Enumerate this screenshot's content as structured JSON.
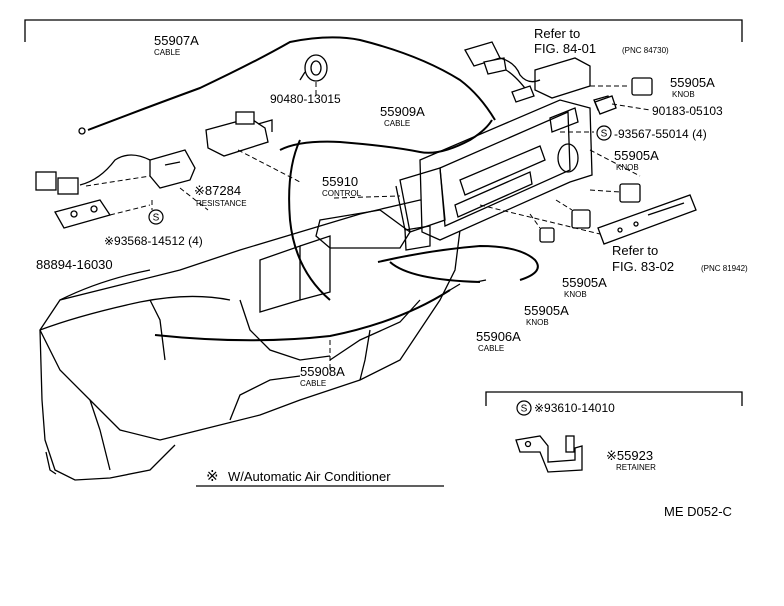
{
  "diagram_code": "ME D052-C",
  "footnote": {
    "symbol": "※",
    "text": "W/Automatic Air Conditioner"
  },
  "refs": [
    {
      "line1": "Refer to",
      "line2": "FIG. 84-01",
      "pnc": "(PNC 84730)"
    },
    {
      "line1": "Refer to",
      "line2": "FIG. 83-02",
      "pnc": "(PNC 81942)"
    }
  ],
  "parts": {
    "p55907A": {
      "number": "55907A",
      "name": "CABLE"
    },
    "p90480": {
      "number": "90480-13015"
    },
    "p55909A": {
      "number": "55909A",
      "name": "CABLE"
    },
    "p87284": {
      "number": "※87284",
      "name": "RESISTANCE"
    },
    "p55910": {
      "number": "55910",
      "name": "CONTROL"
    },
    "p93568": {
      "number": "※93568-14512 (4)"
    },
    "p88894": {
      "number": "88894-16030"
    },
    "p55905A_1": {
      "number": "55905A",
      "name": "KNOB"
    },
    "p90183": {
      "number": "90183-05103"
    },
    "p93567": {
      "number": "-93567-55014 (4)"
    },
    "p55905A_2": {
      "number": "55905A",
      "name": "KNOB"
    },
    "p55905A_3": {
      "number": "55905A",
      "name": "KNOB"
    },
    "p55905A_4": {
      "number": "55905A",
      "name": "KNOB"
    },
    "p55906A": {
      "number": "55906A",
      "name": "CABLE"
    },
    "p55908A": {
      "number": "55908A",
      "name": "CABLE"
    },
    "p93610": {
      "number": "※93610-14010"
    },
    "p55923": {
      "number": "※55923",
      "name": "RETAINER"
    }
  },
  "screw_symbol": "S"
}
